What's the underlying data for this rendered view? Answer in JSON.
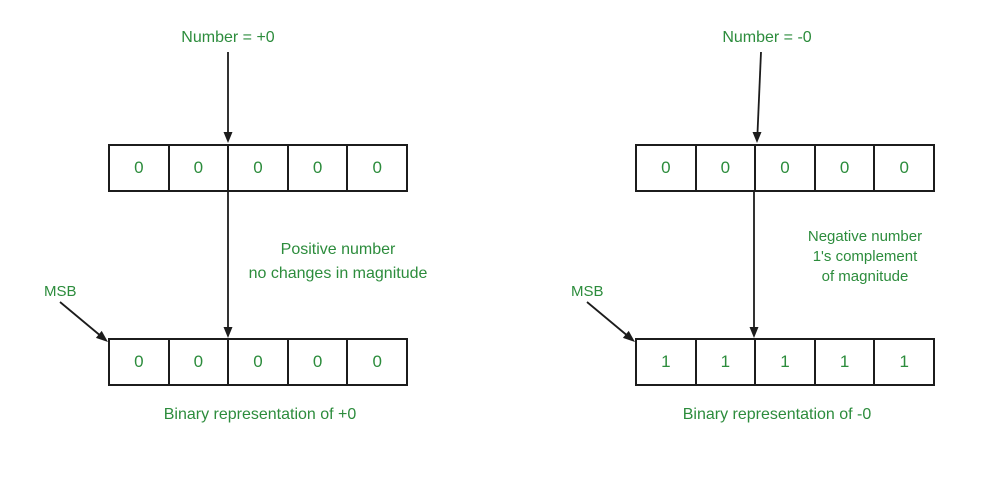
{
  "colors": {
    "accent_green": "#2c8c3c",
    "line_black": "#1c1c1c",
    "background": "#ffffff"
  },
  "icons": {
    "down_arrow": "vertical arrow pointing down",
    "msb_arrow": "diagonal arrow pointing to MSB cell"
  },
  "left": {
    "input_label": "Number = +0",
    "register_top": {
      "cells": [
        "0",
        "0",
        "0",
        "0",
        "0"
      ]
    },
    "transform_note": [
      "Positive number",
      "no changes in magnitude"
    ],
    "msb_label": "MSB",
    "register_bottom": {
      "cells": [
        "0",
        "0",
        "0",
        "0",
        "0"
      ]
    },
    "caption": "Binary representation of +0"
  },
  "right": {
    "input_label": "Number = -0",
    "register_top": {
      "cells": [
        "0",
        "0",
        "0",
        "0",
        "0"
      ]
    },
    "transform_note": [
      "Negative number",
      "1's complement",
      "of magnitude"
    ],
    "msb_label": "MSB",
    "register_bottom": {
      "cells": [
        "1",
        "1",
        "1",
        "1",
        "1"
      ]
    },
    "caption": "Binary representation of -0"
  }
}
